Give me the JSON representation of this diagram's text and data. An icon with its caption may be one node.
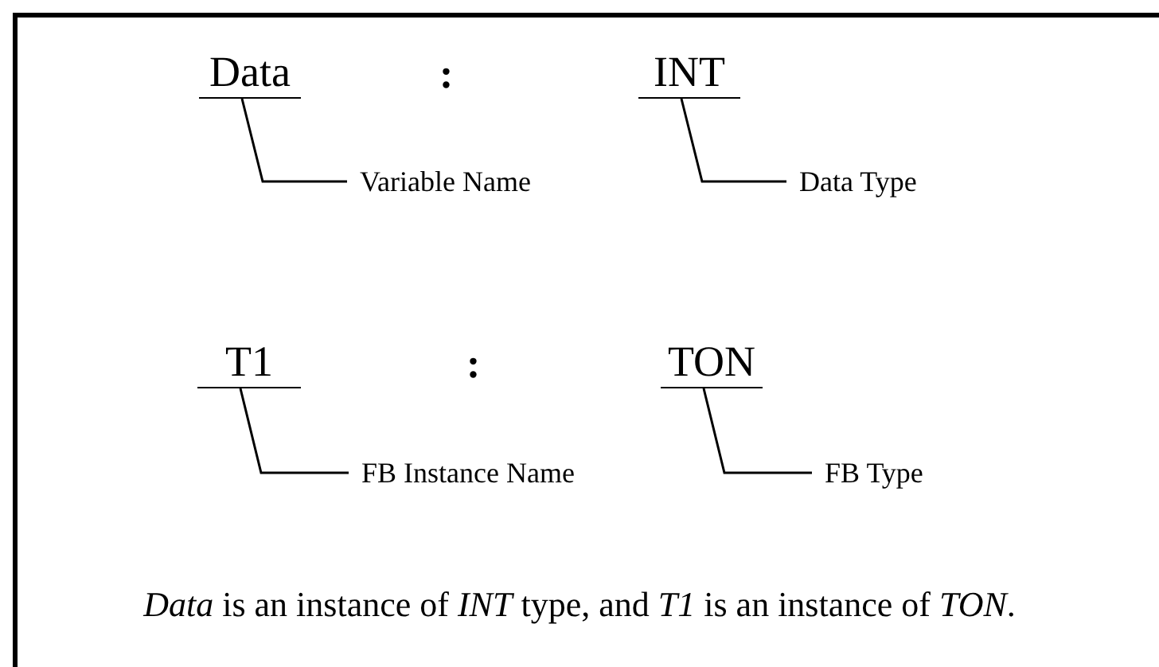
{
  "diagram": {
    "nodes": [
      {
        "text": [
          "Data"
        ]
      },
      {
        "text": [
          "INT"
        ]
      },
      {
        "text": [
          "Variable Name"
        ]
      },
      {
        "text": [
          "Data Type"
        ]
      },
      {
        "text": [
          "T1"
        ]
      },
      {
        "text": [
          "TON"
        ]
      },
      {
        "text": [
          "FB Instance Name"
        ]
      },
      {
        "text": [
          "FB Type"
        ]
      }
    ],
    "edges": [
      {
        "from": 2,
        "to": 0,
        "arrow": "none"
      },
      {
        "from": 3,
        "to": 1,
        "arrow": "none"
      },
      {
        "from": 6,
        "to": 4,
        "arrow": "none"
      },
      {
        "from": 7,
        "to": 5,
        "arrow": "none"
      }
    ],
    "labels": [
      ":",
      ":"
    ],
    "caption": "*Data* is an instance of *INT* type, and *T1* is an instance of *TON*."
  }
}
